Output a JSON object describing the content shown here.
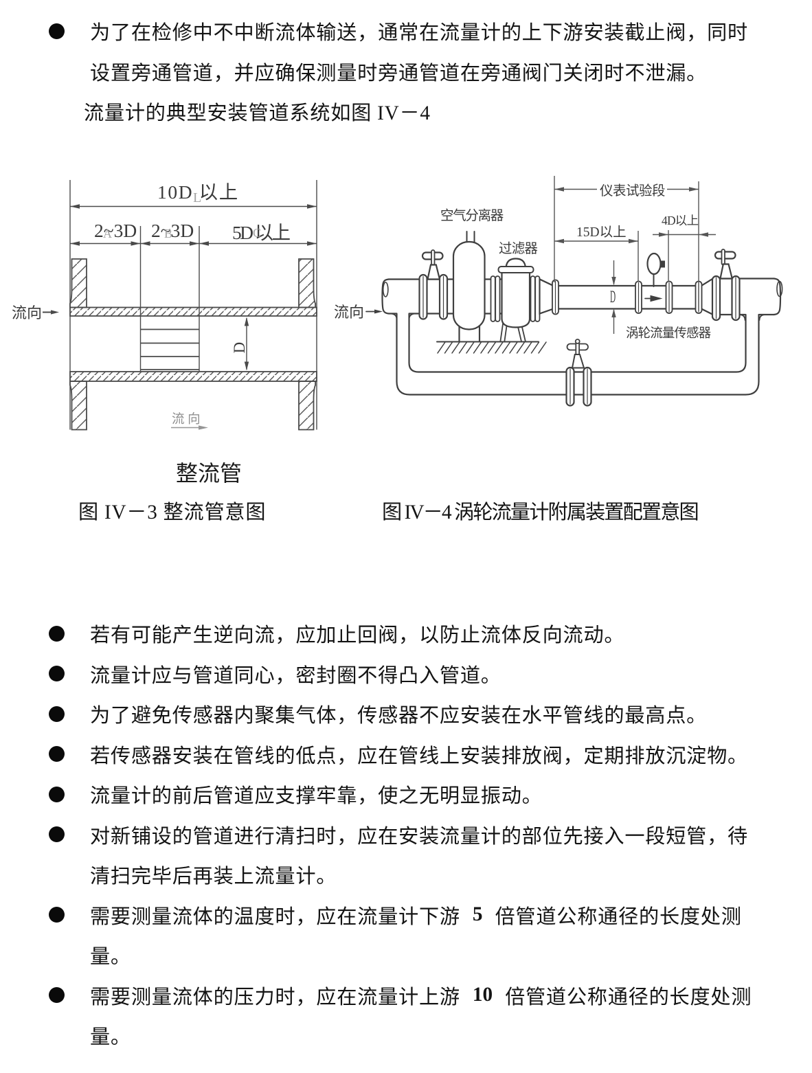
{
  "intro": {
    "bullet_lines": [
      "为了在检修中不中断流体输送，通常在流量计的上下游安装截止阀，同时",
      "设置旁通管道，并应确保测量时旁通管道在旁通阀门关闭时不泄漏。"
    ],
    "para_line": "流量计的典型安装管道系统如图 IV－4"
  },
  "figure3": {
    "dim_total": "10D 以上",
    "dim_total_sub": "L",
    "dim_a": "2~3D",
    "dim_a_sub": "A",
    "dim_b": "2~3D",
    "dim_b_sub": "B",
    "dim_c": "5D 以上",
    "dim_c_sub": "C",
    "flow_label": "流向",
    "diameter_label": "D",
    "inner_flow_label": "流 向",
    "name": "整流管",
    "caption": "图 IV－3 整流管意图"
  },
  "figure4": {
    "test_section_label": "仪表试验段",
    "dim_upstream": "15D以上",
    "dim_downstream": "4D以上",
    "air_separator_label": "空气分离器",
    "filter_label": "过滤器",
    "flow_label": "流向",
    "diameter_label": "D",
    "sensor_label": "涡轮流量传感器",
    "caption": "图 IV－4 涡轮流量计附属装置配置意图"
  },
  "notes": [
    {
      "lines": [
        {
          "pre": "若有可能产生逆向流，应加止回阀，以防止流体反向流动。",
          "bold": "",
          "post": ""
        }
      ]
    },
    {
      "lines": [
        {
          "pre": "流量计应与管道同心，密封圈不得凸入管道。",
          "bold": "",
          "post": ""
        }
      ]
    },
    {
      "lines": [
        {
          "pre": "为了避免传感器内聚集气体，传感器不应安装在水平管线的最高点。",
          "bold": "",
          "post": ""
        }
      ]
    },
    {
      "lines": [
        {
          "pre": "若传感器安装在管线的低点，应在管线上安装排放阀，定期排放沉淀物。",
          "bold": "",
          "post": ""
        }
      ]
    },
    {
      "lines": [
        {
          "pre": "流量计的前后管道应支撑牢靠，使之无明显振动。",
          "bold": "",
          "post": ""
        }
      ]
    },
    {
      "lines": [
        {
          "pre": "对新铺设的管道进行清扫时，应在安装流量计的部位先接入一段短管，待",
          "bold": "",
          "post": ""
        },
        {
          "pre": "清扫完毕后再装上流量计。",
          "bold": "",
          "post": ""
        }
      ]
    },
    {
      "lines": [
        {
          "pre": "需要测量流体的温度时，应在流量计下游",
          "bold": "5",
          "post": "倍管道公称通径的长度处测"
        },
        {
          "pre": "量。",
          "bold": "",
          "post": ""
        }
      ]
    },
    {
      "lines": [
        {
          "pre": "需要测量流体的压力时，应在流量计上游",
          "bold": "10",
          "post": "倍管道公称通径的长度处测"
        },
        {
          "pre": "量。",
          "bold": "",
          "post": ""
        }
      ]
    }
  ]
}
